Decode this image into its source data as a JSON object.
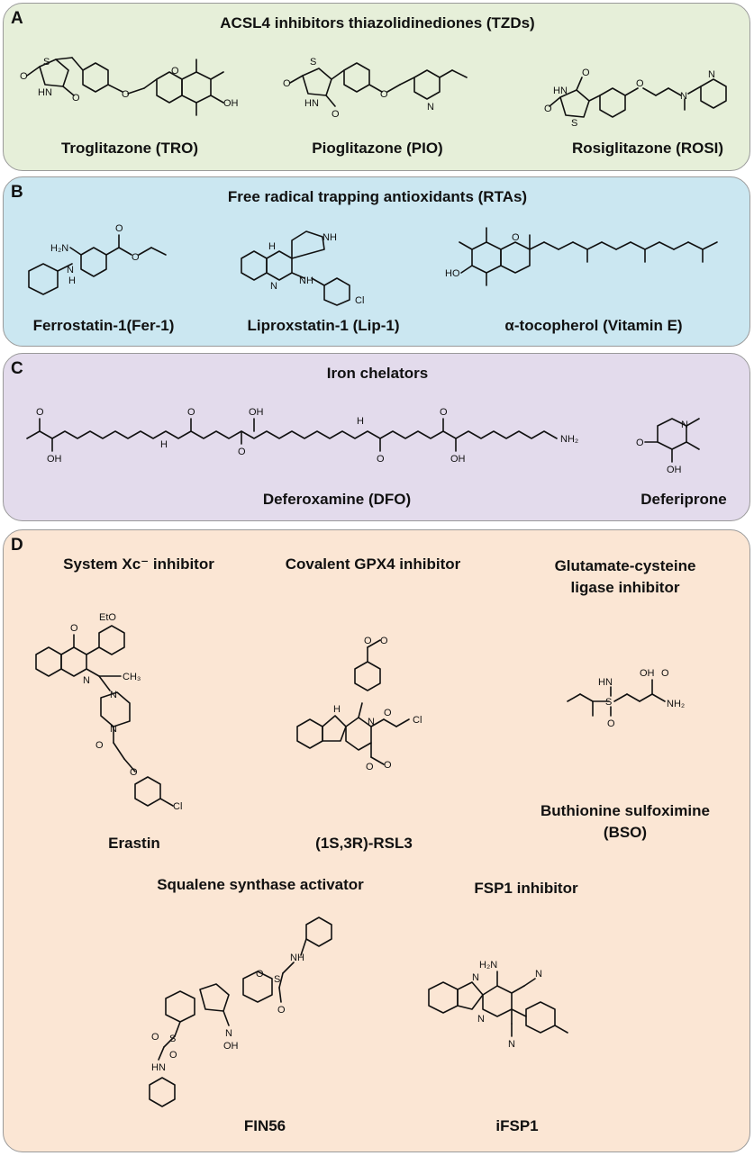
{
  "panel_a": {
    "letter": "A",
    "title": "ACSL4 inhibitors thiazolidinediones (TZDs)",
    "compounds": [
      "Troglitazone (TRO)",
      "Pioglitazone (PIO)",
      "Rosiglitazone (ROSI)"
    ]
  },
  "panel_b": {
    "letter": "B",
    "title": "Free radical trapping antioxidants (RTAs)",
    "compounds": [
      "Ferrostatin-1(Fer-1)",
      "Liproxstatin-1 (Lip-1)",
      "α-tocopherol (Vitamin E)"
    ]
  },
  "panel_c": {
    "letter": "C",
    "title": "Iron chelators",
    "compounds": [
      "Deferoxamine (DFO)",
      "Deferiprone"
    ]
  },
  "panel_d": {
    "letter": "D",
    "titles": {
      "system_xc": "System Xc⁻ inhibitor",
      "gpx4": "Covalent GPX4 inhibitor",
      "gcl": "Glutamate-cysteine ligase inhibitor",
      "squalene": "Squalene synthase activator",
      "fsp1": "FSP1 inhibitor"
    },
    "compounds": {
      "erastin": "Erastin",
      "rsl3": "(1S,3R)-RSL3",
      "bso": "Buthionine sulfoximine (BSO)",
      "fin56": "FIN56",
      "ifsp1": "iFSP1"
    }
  },
  "atom_labels": {
    "S": "S",
    "O": "O",
    "N": "N",
    "HN": "HN",
    "NH": "NH",
    "H": "H",
    "H2N": "H₂N",
    "NH2": "NH₂",
    "OH": "OH",
    "HO": "HO",
    "CH3": "CH₃",
    "Cl": "Cl",
    "EtO": "EtO",
    "HN_eq": "HN="
  },
  "colors": {
    "panel_a_bg": "#e6efd9",
    "panel_b_bg": "#cbe7f1",
    "panel_c_bg": "#e3dbec",
    "panel_d_bg": "#fbe6d4",
    "border": "#9a9a9a"
  }
}
